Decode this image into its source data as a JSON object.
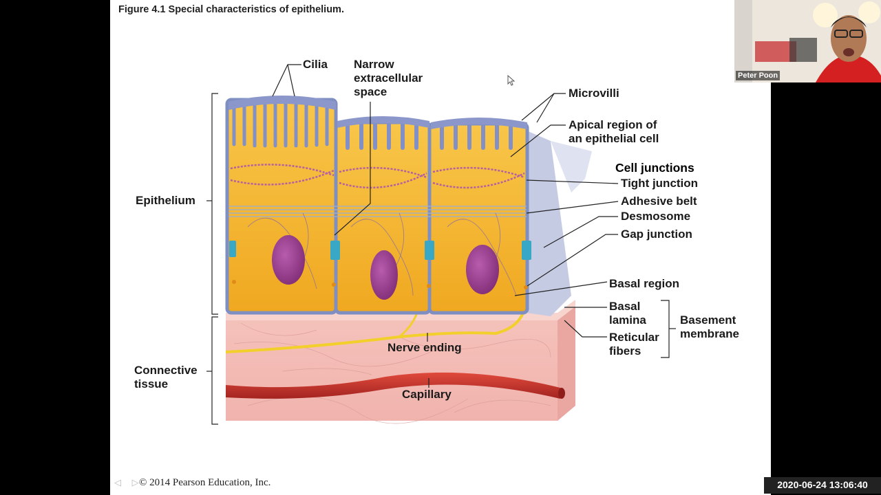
{
  "figure_title": "Figure 4.1  Special characteristics of epithelium.",
  "labels": {
    "cilia": "Cilia",
    "narrow_space": [
      "Narrow",
      "extracellular",
      "space"
    ],
    "microvilli": "Microvilli",
    "apical_region": [
      "Apical region of",
      "an epithelial cell"
    ],
    "cell_junctions": "Cell junctions",
    "tight_junction": "Tight junction",
    "adhesive_belt": "Adhesive belt",
    "desmosome": "Desmosome",
    "gap_junction": "Gap junction",
    "basal_region": "Basal region",
    "basal_lamina": [
      "Basal",
      "lamina"
    ],
    "reticular_fibers": [
      "Reticular",
      "fibers"
    ],
    "basement_membrane": [
      "Basement",
      "membrane"
    ],
    "nerve_ending": "Nerve ending",
    "capillary": "Capillary",
    "epithelium": "Epithelium",
    "connective_tissue": [
      "Connective",
      "tissue"
    ]
  },
  "copyright": "© 2014 Pearson Education, Inc.",
  "webcam": {
    "participant_name": "Peter Poon"
  },
  "timestamp": "2020-06-24 13:06:40",
  "colors": {
    "cell_cytoplasm": "#f5b830",
    "cell_membrane": "#7f8fc2",
    "nucleus": "#9a3a8e",
    "connective_tissue": "#f3bcb6",
    "capillary": "#c8302a",
    "nerve": "#f2cf2a"
  }
}
